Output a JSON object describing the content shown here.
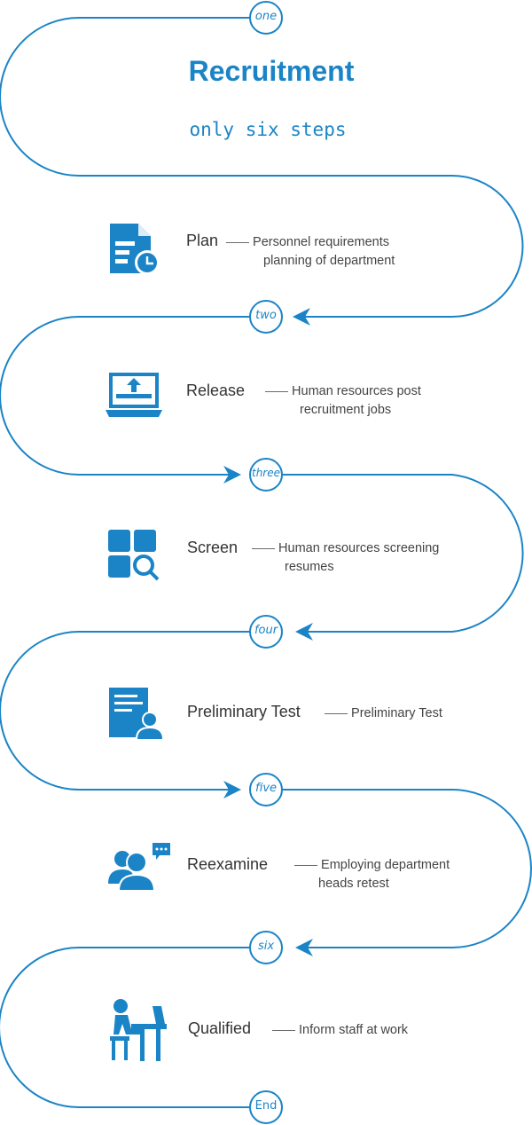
{
  "title": "Recruitment",
  "subtitle": "only six steps",
  "markers": [
    "one",
    "two",
    "three",
    "four",
    "five",
    "six",
    "End"
  ],
  "connector": "——",
  "steps": [
    {
      "name": "Plan",
      "desc_line1": "Personnel requirements",
      "desc_line2": "planning of department",
      "icon": "document-clock-icon"
    },
    {
      "name": "Release",
      "desc_line1": "Human resources post",
      "desc_line2": "recruitment jobs",
      "icon": "laptop-upload-icon"
    },
    {
      "name": "Screen",
      "desc_line1": "Human resources screening",
      "desc_line2": "resumes",
      "icon": "grid-search-icon"
    },
    {
      "name": "Preliminary Test",
      "desc_line1": "Preliminary Test",
      "desc_line2": "",
      "icon": "document-user-icon"
    },
    {
      "name": "Reexamine",
      "desc_line1": "Employing department",
      "desc_line2": "heads retest",
      "icon": "users-chat-icon"
    },
    {
      "name": "Qualified",
      "desc_line1": "Inform staff at work",
      "desc_line2": "",
      "icon": "person-at-desk-icon"
    }
  ],
  "colors": {
    "accent": "#1B84C6",
    "text": "#333333"
  }
}
